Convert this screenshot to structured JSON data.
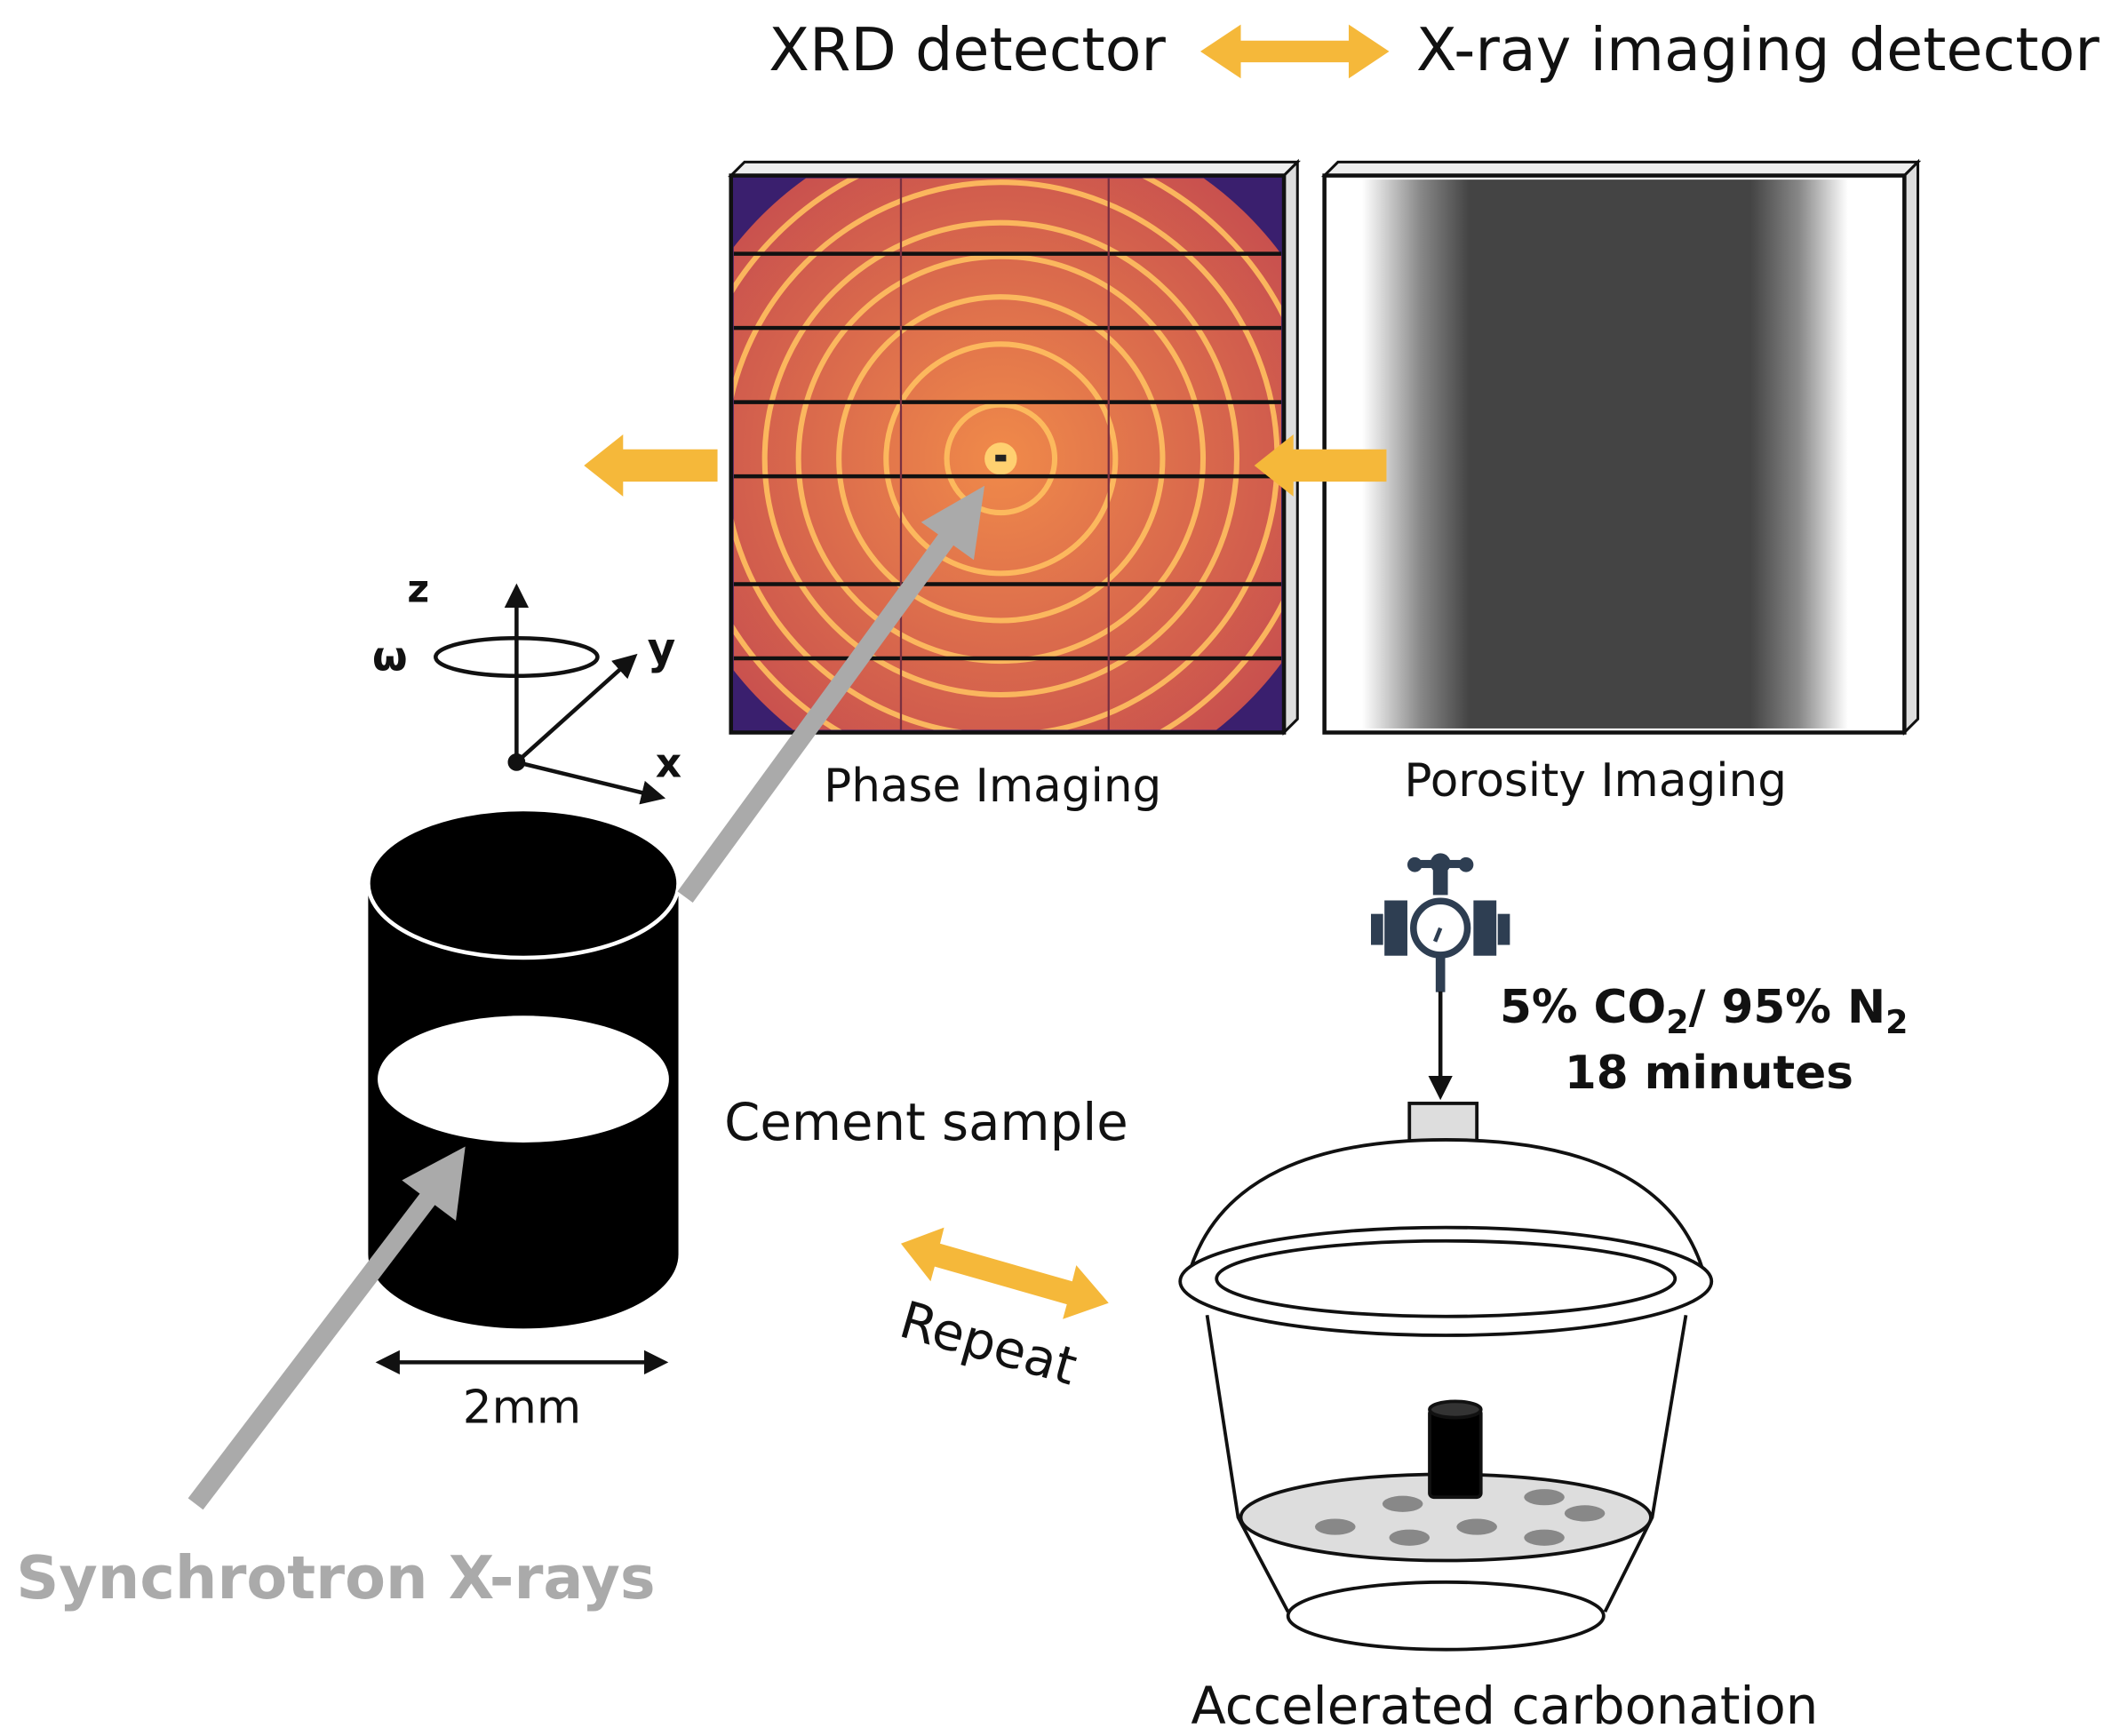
{
  "header": {
    "left_label": "XRD detector",
    "right_label": "X-ray imaging detector"
  },
  "panels": {
    "phase_label": "Phase Imaging",
    "porosity_label": "Porosity Imaging"
  },
  "axes": {
    "z": "z",
    "omega": "ω",
    "y": "y",
    "x": "x"
  },
  "sample": {
    "label": "Cement sample",
    "dimension": "2mm"
  },
  "beam": {
    "label": "Synchrotron X-rays"
  },
  "cycle": {
    "label": "Repeat"
  },
  "gas": {
    "co2_prefix": "5% CO",
    "co2_sub": "2",
    "n2_part": "/ 95% N",
    "n2_sub": "2",
    "duration": "18 minutes"
  },
  "chamber": {
    "label": "Accelerated carbonation"
  },
  "colors": {
    "accent": "#f5b83a",
    "beam": "#aaaaaa",
    "valve": "#2e3e52"
  }
}
